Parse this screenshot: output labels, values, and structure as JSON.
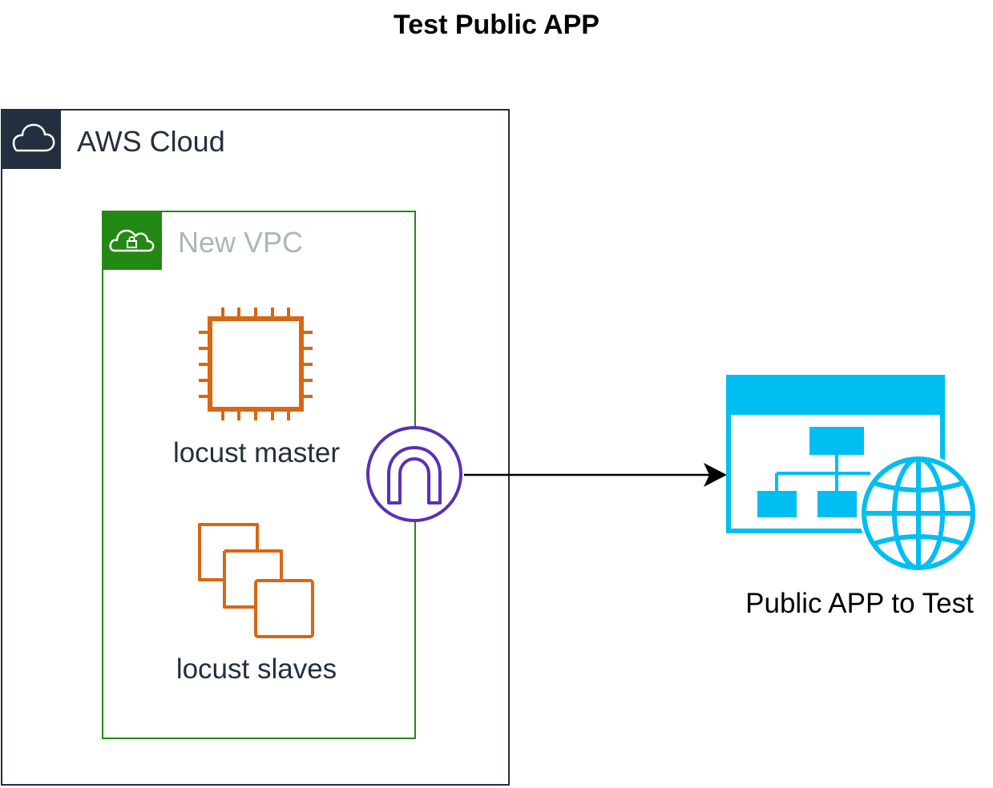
{
  "title": "Test Public APP",
  "groups": {
    "aws_cloud": {
      "label": "AWS Cloud",
      "icon": "cloud-icon",
      "color": "#232f3e"
    },
    "vpc": {
      "label": "New VPC",
      "icon": "cloud-lock-icon",
      "color": "#248814",
      "label_color": "#aab7b8"
    }
  },
  "nodes": {
    "locust_master": {
      "label": "locust master",
      "icon": "ec2-instance-icon",
      "color": "#d86613"
    },
    "locust_slaves": {
      "label": "locust slaves",
      "icon": "ec2-instances-icon",
      "color": "#d86613"
    },
    "internet_gateway": {
      "icon": "internet-gateway-icon",
      "color": "#5a30b5"
    },
    "public_app": {
      "label": "Public APP to Test",
      "icon": "web-app-globe-icon",
      "color": "#00bef2"
    }
  },
  "edges": [
    {
      "from": "internet_gateway",
      "to": "public_app",
      "arrow": "end"
    }
  ]
}
